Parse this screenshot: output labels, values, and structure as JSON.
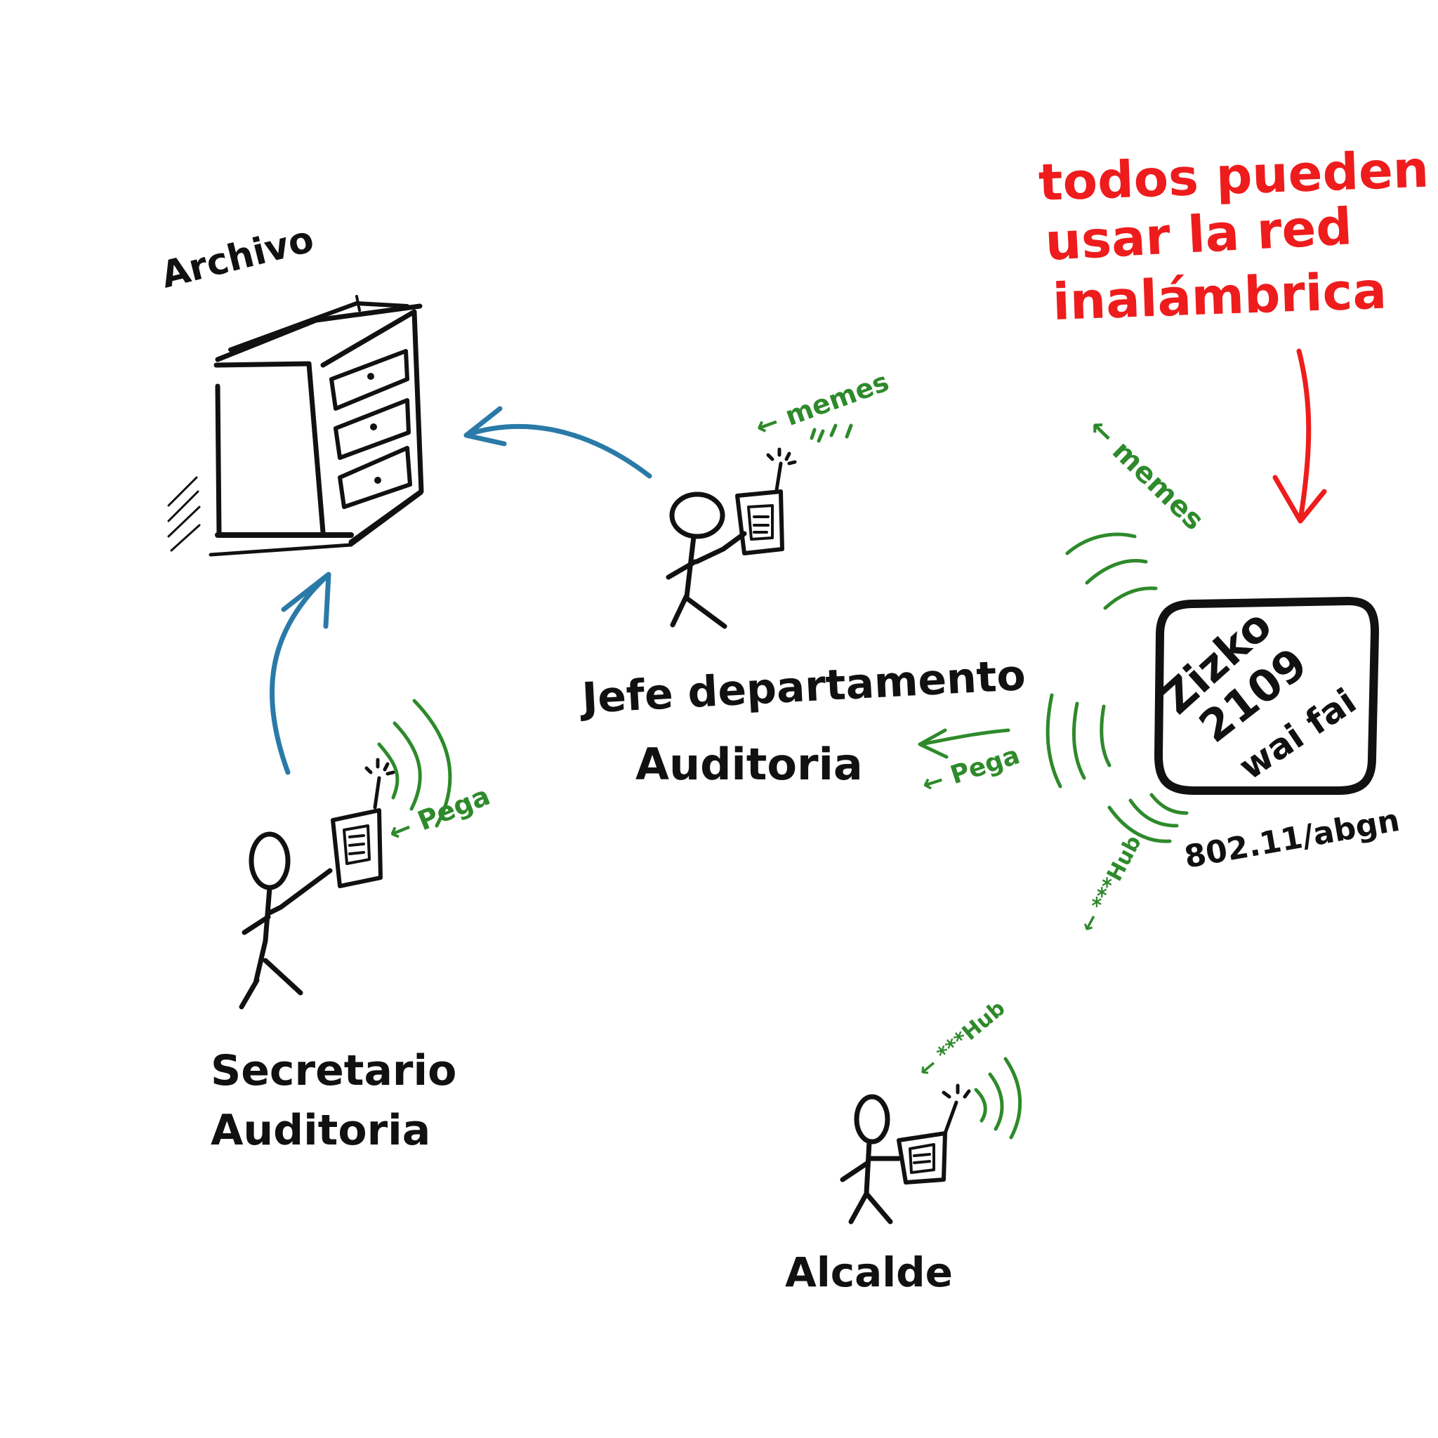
{
  "labels": {
    "archive": "Archivo",
    "department_head_line1": "Jefe departamento",
    "department_head_line2": "Auditoria",
    "secretary_line1": "Secretario",
    "secretary_line2": "Auditoria",
    "mayor": "Alcalde",
    "standard": "802.11/abgn"
  },
  "note": {
    "line1": "todos pueden",
    "line2": "usar la red",
    "line3": "inalámbrica"
  },
  "router": {
    "line1": "Zizko",
    "line2": "2109",
    "line3": "wai fai"
  },
  "signals": {
    "memes_head": "← memes",
    "memes_router": "← memes",
    "pega_secretary": "← Pega",
    "pega_router": "← Pega",
    "hub_router": "← ***Hub",
    "hub_mayor": "← ***Hub"
  },
  "colors": {
    "ink": "#111111",
    "flow_arrow": "#2a7aa8",
    "wireless": "#2e8a2b",
    "note": "#ee1c1c"
  }
}
